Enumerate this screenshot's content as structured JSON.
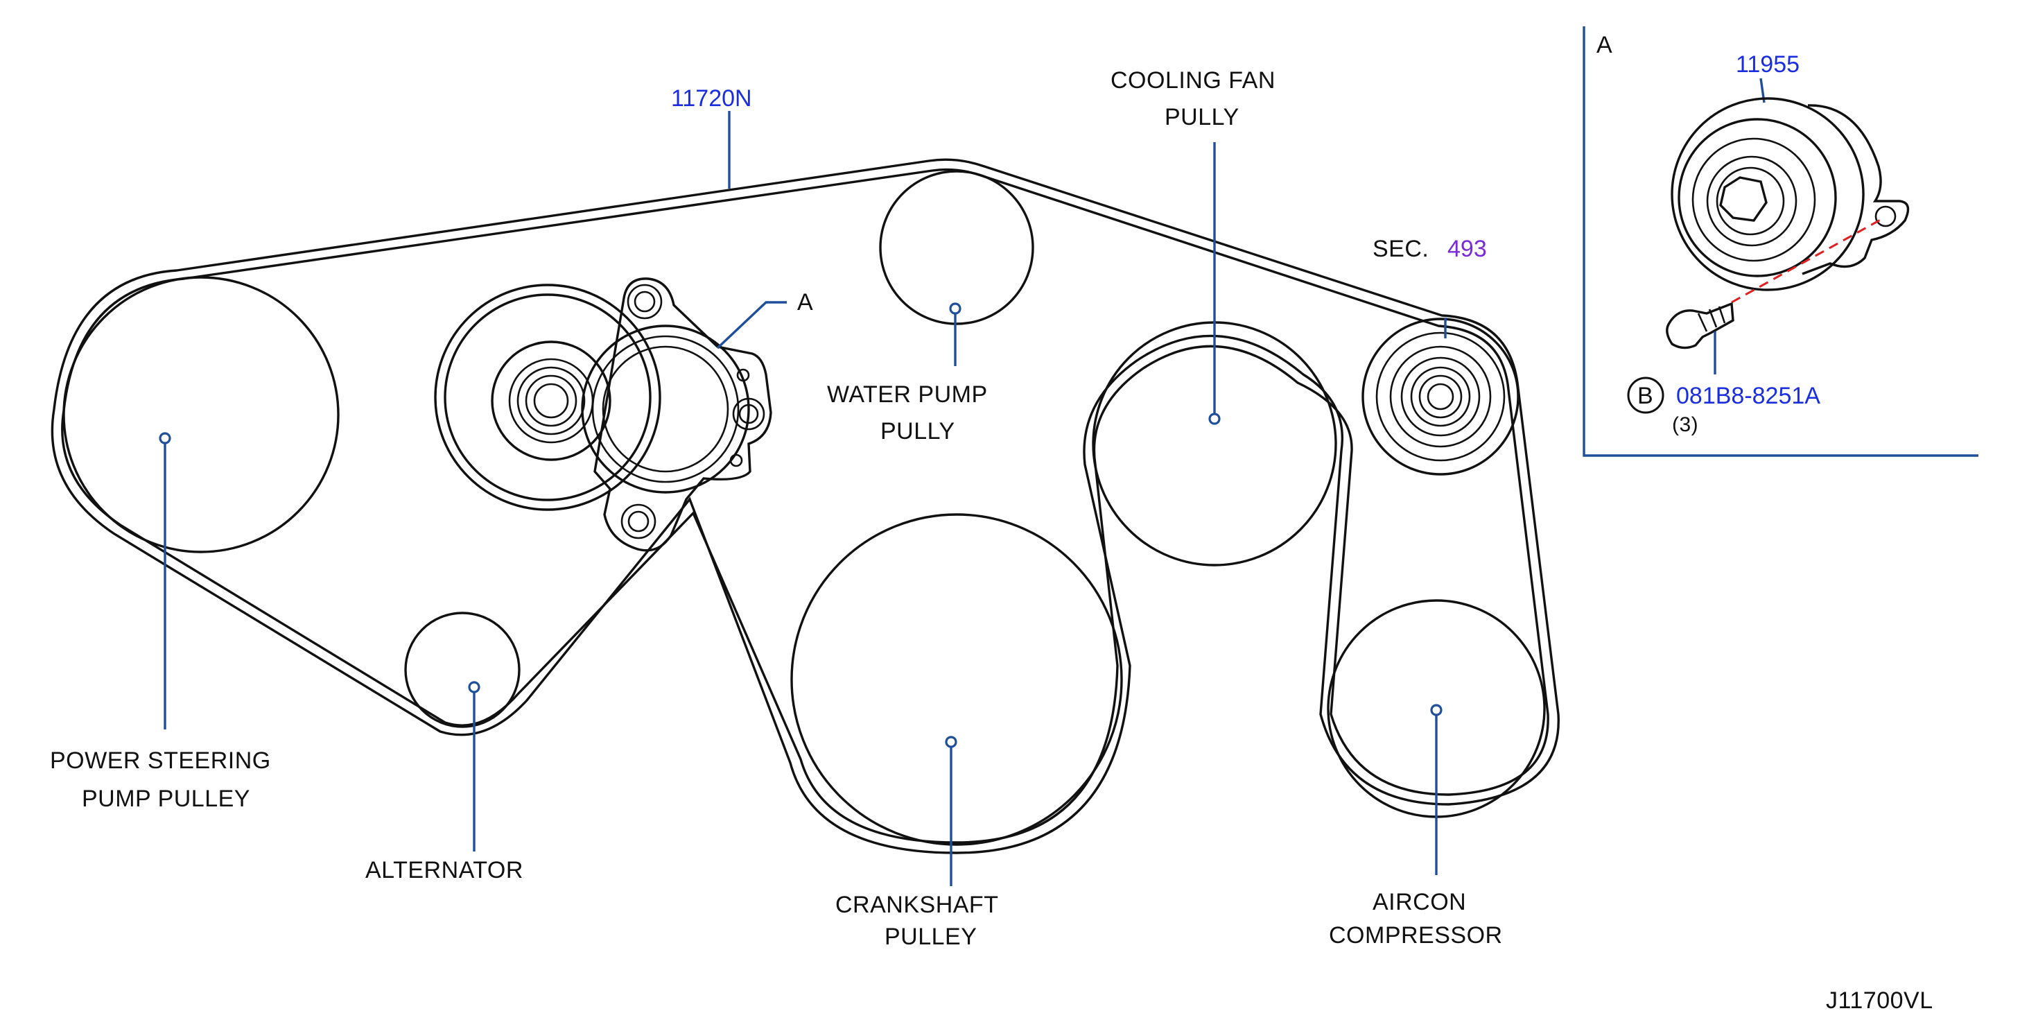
{
  "labels": {
    "belt_part": "11720N",
    "detail_ref": "A",
    "cooling_fan_line1": "COOLING  FAN",
    "cooling_fan_line2": "PULLY",
    "sec_prefix": "SEC.",
    "sec_number": "493",
    "water_pump_line1": "WATER  PUMP",
    "water_pump_line2": "PULLY",
    "power_steering_line1": "POWER  STEERING",
    "power_steering_line2": "PUMP  PULLEY",
    "alternator": "ALTERNATOR",
    "crankshaft_line1": "CRANKSHAFT",
    "crankshaft_line2": "PULLEY",
    "aircon_line1": "AIRCON",
    "aircon_line2": "COMPRESSOR",
    "drawing_code": "J11700VL"
  },
  "detail": {
    "title": "A",
    "tensioner_part": "11955",
    "bolt_circle": "B",
    "bolt_part": "081B8-8251A",
    "bolt_qty": "(3)"
  },
  "colors": {
    "part_number": "#1a2ee0",
    "section_ref": "#7a2ad6",
    "leader": "#1f4f9a",
    "dashed_guide": "#e02020",
    "line": "#111111"
  }
}
